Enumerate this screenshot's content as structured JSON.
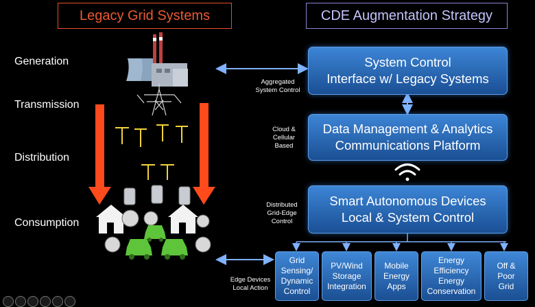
{
  "titles": {
    "legacy": "Legacy Grid Systems",
    "cde": "CDE Augmentation Strategy"
  },
  "rows": {
    "generation": "Generation",
    "transmission": "Transmission",
    "distribution": "Distribution",
    "consumption": "Consumption"
  },
  "boxes": {
    "system_control": [
      "System Control",
      "Interface w/ Legacy Systems"
    ],
    "data_management": [
      "Data Management & Analytics",
      "Communications Platform"
    ],
    "smart_devices": [
      "Smart Autonomous Devices",
      "Local & System Control"
    ]
  },
  "side_labels": {
    "aggregated": [
      "Aggregated",
      "System Control"
    ],
    "cloud": [
      "Cloud &",
      "Cellular",
      "Based"
    ],
    "distributed": [
      "Distributed",
      "Grid-Edge",
      "Control"
    ],
    "edge": [
      "Edge Devices",
      "Local Action"
    ]
  },
  "apps": [
    [
      "Grid",
      "Sensing/",
      "Dynamic",
      "Control"
    ],
    [
      "PV/Wind",
      "Storage",
      "Integration"
    ],
    [
      "Mobile",
      "Energy",
      "Apps"
    ],
    [
      "Energy",
      "Efficiency",
      "Energy",
      "Conservation"
    ],
    [
      "Off &",
      "Poor",
      "Grid"
    ]
  ],
  "icons": {
    "power_plant": "factory-icon",
    "transmission_tower": "tower-icon",
    "wifi": "wifi-icon",
    "house": "house-icon",
    "car": "car-icon",
    "meter": "meter-icon"
  },
  "colors": {
    "legacy_accent": "#e8502a",
    "cde_accent": "#8a86d6",
    "box_blue": "#2f6fc0",
    "arrow_red": "#ff4a1c",
    "pole_yellow": "#f2d33a",
    "car_green": "#5ec43a"
  }
}
